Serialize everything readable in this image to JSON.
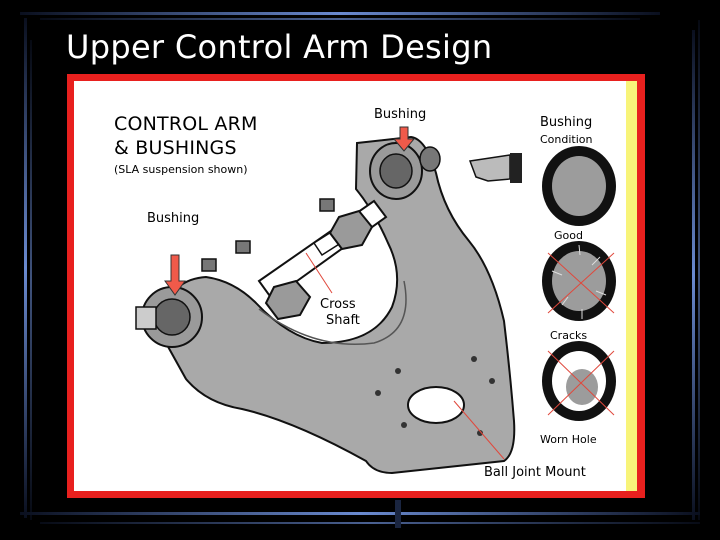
{
  "slide": {
    "title": "Upper Control Arm Design"
  },
  "figure": {
    "heading_line1": "CONTROL ARM",
    "heading_line2": "& BUSHINGS",
    "subheading": "(SLA suspension shown)",
    "bushing_label_top": "Bushing",
    "bushing_label_left": "Bushing",
    "cross_shaft_line1": "Cross",
    "cross_shaft_line2": "Shaft",
    "ball_joint_label": "Ball Joint Mount"
  },
  "condition_panel": {
    "title_line1": "Bushing",
    "title_line2": "Condition",
    "states": [
      {
        "label": "Good"
      },
      {
        "label": "Cracks"
      },
      {
        "label": "Worn Hole"
      }
    ]
  },
  "colors": {
    "background": "#000000",
    "frame_red": "#e8201e",
    "strip_yellow": "#f8f47a",
    "arrow_red": "#f05a4a",
    "arm_gray": "#a9a9a9",
    "bushing_gray": "#9a9a9a",
    "cross_line": "#e0483c"
  }
}
